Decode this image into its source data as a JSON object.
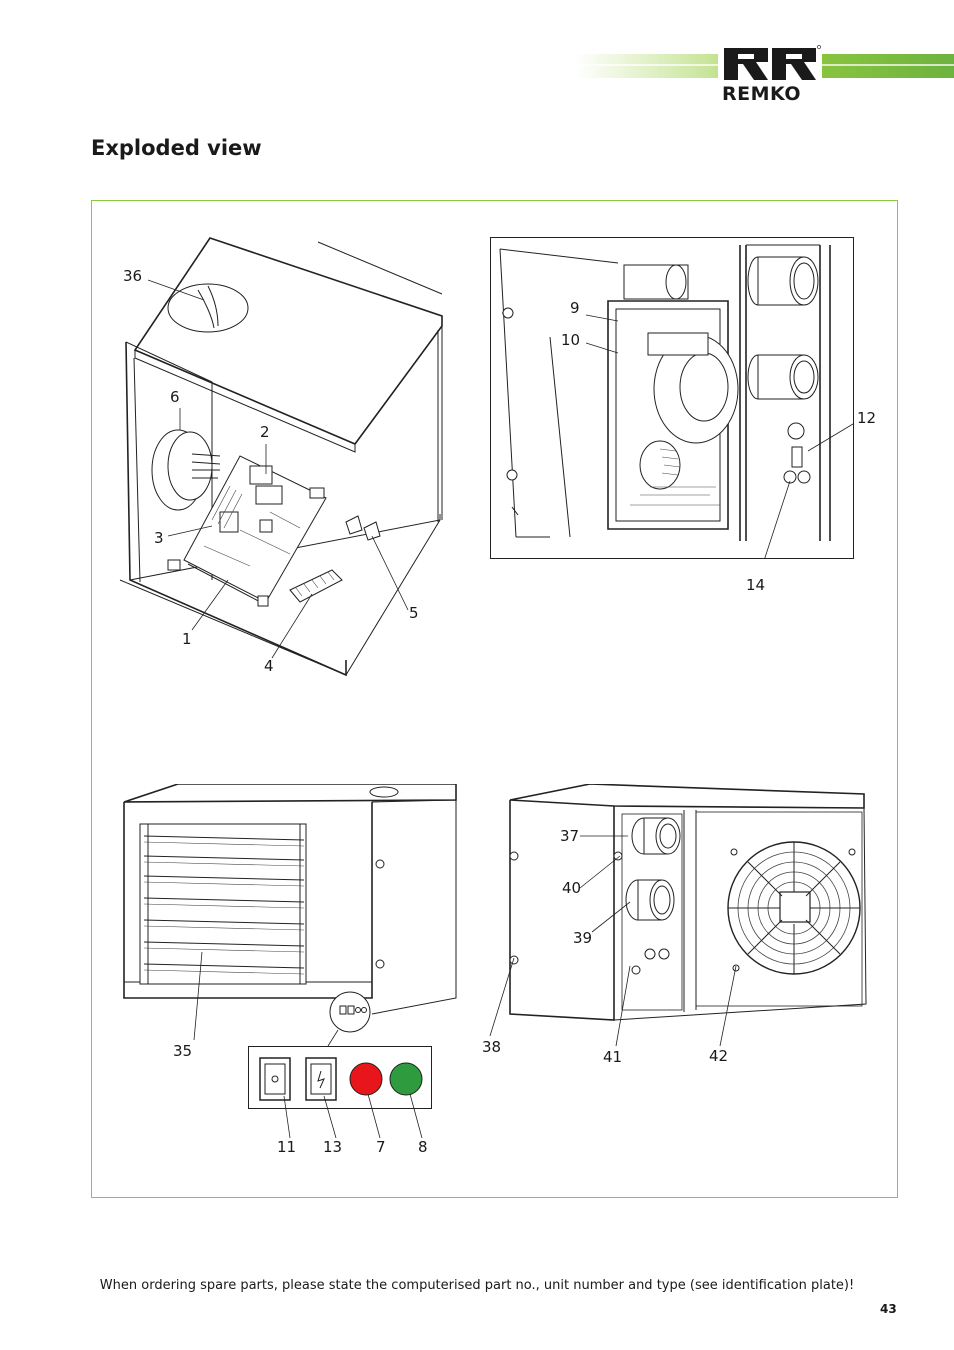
{
  "brand": {
    "name": "REMKO"
  },
  "page": {
    "title": "Exploded view",
    "footer_note": "When ordering spare parts, please state the computerised part no., unit number and type (see identification plate)!",
    "number": "43"
  },
  "colors": {
    "accent_green": "#8dc63f",
    "frame_green": "#8dc63f",
    "indicator_red": "#e8161b",
    "indicator_green": "#2e9b3f"
  },
  "figure1_callouts": [
    "36",
    "6",
    "2",
    "3",
    "1",
    "4",
    "5"
  ],
  "figure2_callouts": [
    "9",
    "10",
    "12",
    "14"
  ],
  "figure3_callouts": [
    "35",
    "11",
    "13",
    "7",
    "8"
  ],
  "figure4_callouts": [
    "37",
    "40",
    "39",
    "38",
    "41",
    "42"
  ],
  "icons": {
    "logo": "remko-logo-icon",
    "power_switch": "power-switch-icon",
    "reset_switch": "reset-switch-icon",
    "fan": "fan-grille-icon"
  }
}
